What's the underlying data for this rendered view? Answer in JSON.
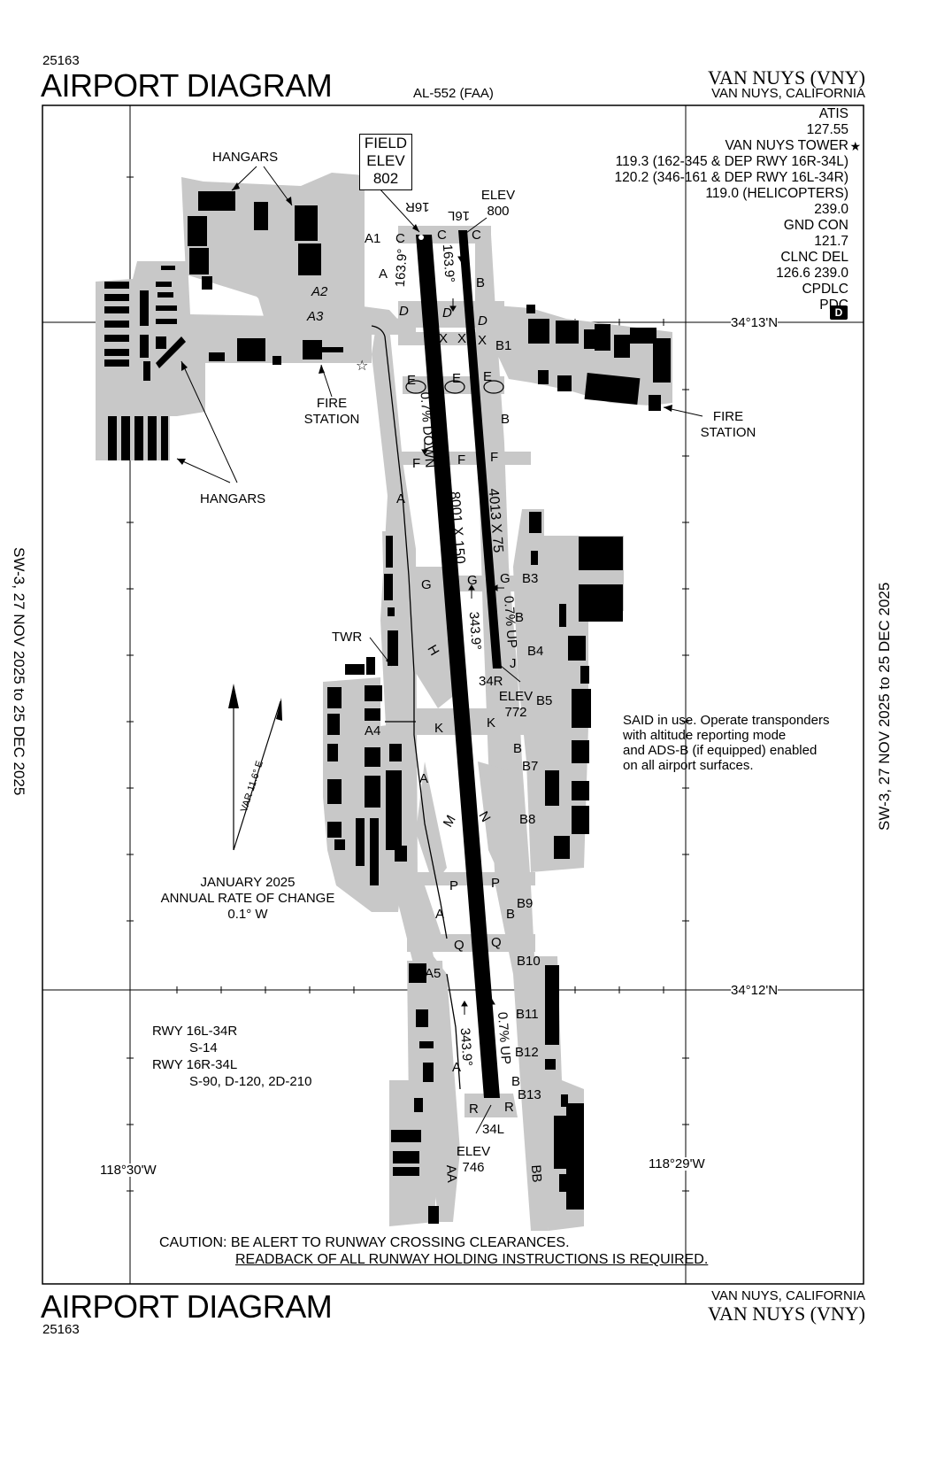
{
  "header": {
    "chart_number_top": "25163",
    "title_top": "AIRPORT DIAGRAM",
    "procedure_id": "AL-552 (FAA)",
    "airport_name_top": "VAN NUYS (VNY)",
    "airport_location_top": "VAN NUYS, CALIFORNIA"
  },
  "footer": {
    "chart_number_bottom": "25163",
    "title_bottom": "AIRPORT DIAGRAM",
    "airport_name_bottom": "VAN NUYS (VNY)",
    "airport_location_bottom": "VAN NUYS, CALIFORNIA"
  },
  "side_text": {
    "left": "SW-3,  27 NOV 2025  to  25 DEC 2025",
    "right": "SW-3,  27 NOV 2025  to  25 DEC 2025"
  },
  "frequencies": [
    "ATIS",
    "127.55",
    "VAN NUYS TOWER",
    "119.3 (162-345 & DEP RWY 16R-34L)",
    "120.2 (346-161 & DEP RWY 16L-34R)",
    "119.0 (HELICOPTERS)",
    "239.0",
    "GND CON",
    "121.7",
    "CLNC DEL",
    "126.6  239.0",
    "CPDLC",
    "PDC"
  ],
  "tower_star": "★",
  "airspace_badge": "D",
  "field_elev": {
    "line1": "FIELD",
    "line2": "ELEV",
    "line3": "802"
  },
  "coordinates": {
    "lat_north": "34°13'N",
    "lat_south": "34°12'N",
    "lon_west": "118°30'W",
    "lon_east": "118°29'W"
  },
  "runway_labels": {
    "rwy_16r": "16R",
    "rwy_16l": "16L",
    "rwy_34r": "34R",
    "rwy_34l": "34L",
    "dims_main": "8001 X 150",
    "dims_secondary": "4013 X 75",
    "hdg_163_a": "163.9°",
    "hdg_163_b": "163.9°",
    "hdg_343_a": "343.9°",
    "hdg_343_b": "343.9°",
    "grade_down": "0.7% DOWN",
    "grade_up_a": "0.7% UP",
    "grade_up_b": "0.7% UP"
  },
  "elevations": {
    "elev_800_l1": "ELEV",
    "elev_800_l2": "800",
    "elev_772_l1": "ELEV",
    "elev_772_l2": "772",
    "elev_746_l1": "ELEV",
    "elev_746_l2": "746"
  },
  "facility_labels": {
    "hangars_top": "HANGARS",
    "hangars_left": "HANGARS",
    "fire_station_l1": "FIRE",
    "fire_station_l2": "STATION",
    "fire_station_r1": "FIRE",
    "fire_station_r2": "STATION",
    "twr": "TWR"
  },
  "taxiways": {
    "A1": "A1",
    "A2": "A2",
    "A3": "A3",
    "A4": "A4",
    "A5": "A5",
    "AA": "AA",
    "B1": "B1",
    "B3": "B3",
    "B4": "B4",
    "B5": "B5",
    "B7": "B7",
    "B8": "B8",
    "B9": "B9",
    "B10": "B10",
    "B11": "B11",
    "B12": "B12",
    "B13": "B13",
    "BB": "BB",
    "A": "A",
    "B": "B",
    "C": "C",
    "D": "D",
    "E": "E",
    "F": "F",
    "G": "G",
    "H": "H",
    "J": "J",
    "K": "K",
    "M": "M",
    "N": "N",
    "P": "P",
    "Q": "Q",
    "R": "R",
    "X": "X"
  },
  "magnetic_variation": {
    "var_text": "VAR 11.6° E",
    "rate_l1": "JANUARY 2025",
    "rate_l2": "ANNUAL RATE OF CHANGE",
    "rate_l3": "0.1° W"
  },
  "said_notice": [
    "SAID in use. Operate transponders",
    "with altitude reporting mode",
    "and ADS-B (if equipped) enabled",
    "on all airport surfaces."
  ],
  "pavement_strength": [
    "RWY 16L-34R",
    "S-14",
    "RWY 16R-34L",
    "S-90, D-120, 2D-210"
  ],
  "caution": {
    "line1": "CAUTION: BE ALERT TO RUNWAY CROSSING CLEARANCES.",
    "line2": "READBACK OF ALL RUNWAY HOLDING INSTRUCTIONS IS REQUIRED."
  },
  "colors": {
    "pavement": "#c8c8c8",
    "runway": "#000000",
    "building": "#000000",
    "border": "#000000"
  }
}
